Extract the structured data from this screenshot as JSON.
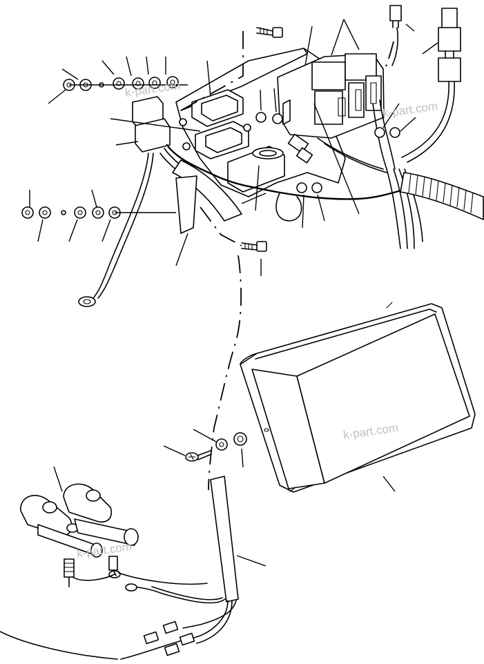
{
  "watermarks": [
    "k-part.com",
    "k-part.com",
    "k-part.com",
    "k-part.com"
  ],
  "colors": {
    "line": "#000000",
    "background": "#ffffff",
    "watermark": "#bfbfbf"
  }
}
